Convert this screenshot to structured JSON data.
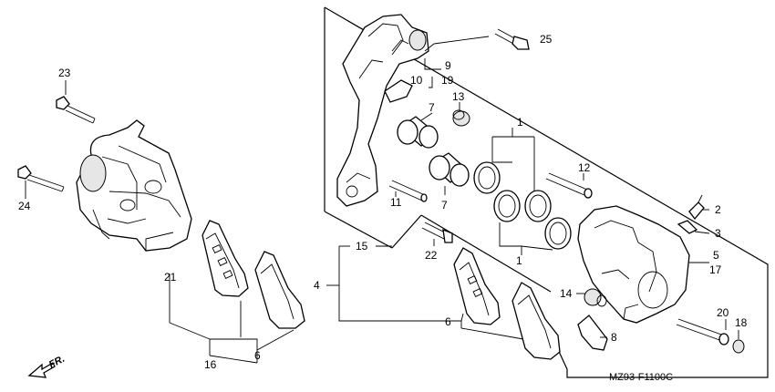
{
  "diagram": {
    "callouts": {
      "c1a": "1",
      "c1b": "1",
      "c2": "2",
      "c3": "3",
      "c4": "4",
      "c5": "5",
      "c17": "17",
      "c6a": "6",
      "c6b": "6",
      "c7a": "7",
      "c7b": "7",
      "c8": "8",
      "c9": "9",
      "c19": "19",
      "c10": "10",
      "c11": "11",
      "c12": "12",
      "c13": "13",
      "c14": "14",
      "c15": "15",
      "c16": "16",
      "c18": "18",
      "c20": "20",
      "c21": "21",
      "c22": "22",
      "c23": "23",
      "c24": "24",
      "c25": "25"
    },
    "part_code": "MZ93-F1100C",
    "direction_label": "FR."
  }
}
